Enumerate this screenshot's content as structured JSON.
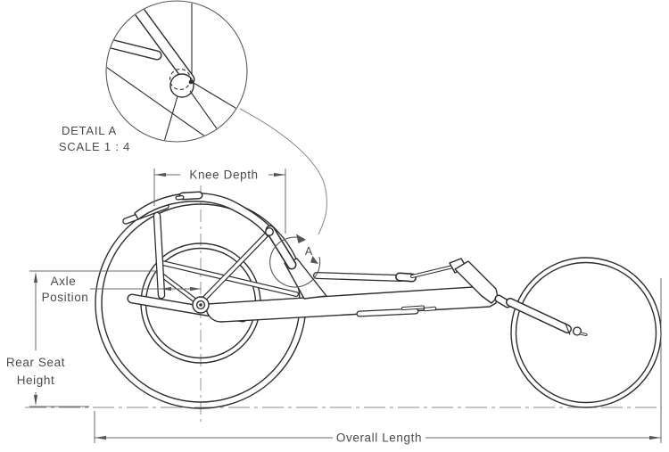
{
  "drawing": {
    "title_context": "racing wheelchair side view technical drawing",
    "detail_view": {
      "label": "DETAIL A",
      "scale": "SCALE 1 : 4"
    },
    "detail_callout": {
      "letter": "A"
    },
    "dimensions": {
      "knee_depth": {
        "label": "Knee Depth"
      },
      "axle_position": {
        "line1": "Axle",
        "line2": "Position"
      },
      "rear_seat_height": {
        "line1": "Rear Seat",
        "line2": "Height"
      },
      "overall_length": {
        "label": "Overall Length"
      }
    },
    "colors": {
      "background": "#ffffff",
      "geometry_line": "#2e2e2e",
      "dimension_line": "#6a6a6a",
      "centerline": "#8a8a8a",
      "text": "#4a4a4a"
    }
  }
}
